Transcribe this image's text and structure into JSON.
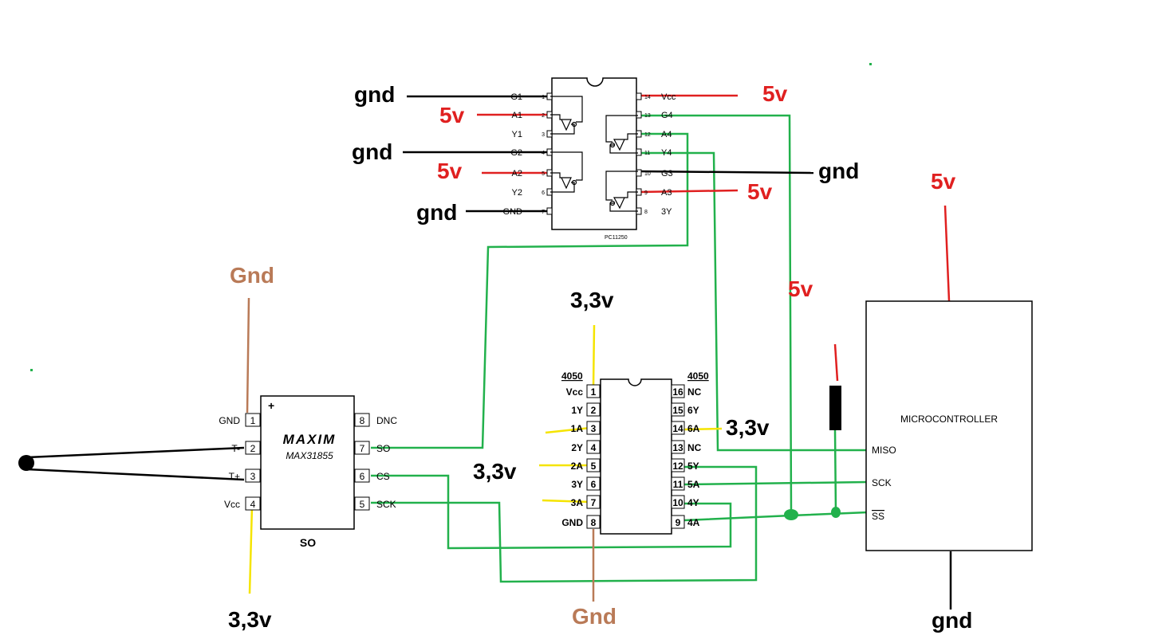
{
  "colors": {
    "black": "#000000",
    "red": "#e02020",
    "green": "#22b14c",
    "yellow": "#f5e400",
    "brown": "#b97a57"
  },
  "buffer_125": {
    "part": "PC11250",
    "left_pins": [
      {
        "num": "1",
        "name": "G1"
      },
      {
        "num": "2",
        "name": "A1"
      },
      {
        "num": "3",
        "name": "Y1"
      },
      {
        "num": "4",
        "name": "G2"
      },
      {
        "num": "5",
        "name": "A2"
      },
      {
        "num": "6",
        "name": "Y2"
      },
      {
        "num": "7",
        "name": "GND"
      }
    ],
    "right_pins": [
      {
        "num": "14",
        "name": "Vcc"
      },
      {
        "num": "13",
        "name": "G4"
      },
      {
        "num": "12",
        "name": "A4"
      },
      {
        "num": "11",
        "name": "Y4"
      },
      {
        "num": "10",
        "name": "G3"
      },
      {
        "num": "9",
        "name": "A3"
      },
      {
        "num": "8",
        "name": "3Y"
      }
    ]
  },
  "max31855": {
    "brand": "MAXIM",
    "part": "MAX31855",
    "package": "SO",
    "plus": "+",
    "left_pins": [
      {
        "num": "1",
        "name": "GND"
      },
      {
        "num": "2",
        "name": "T-"
      },
      {
        "num": "3",
        "name": "T+"
      },
      {
        "num": "4",
        "name": "Vcc"
      }
    ],
    "right_pins": [
      {
        "num": "8",
        "name": "DNC"
      },
      {
        "num": "7",
        "name": "SO"
      },
      {
        "num": "6",
        "name": "CS"
      },
      {
        "num": "5",
        "name": "SCK"
      }
    ]
  },
  "ic_4050": {
    "title_left": "4050",
    "title_right": "4050",
    "left_pins": [
      {
        "num": "1",
        "name": "Vcc"
      },
      {
        "num": "2",
        "name": "1Y"
      },
      {
        "num": "3",
        "name": "1A"
      },
      {
        "num": "4",
        "name": "2Y"
      },
      {
        "num": "5",
        "name": "2A"
      },
      {
        "num": "6",
        "name": "3Y"
      },
      {
        "num": "7",
        "name": "3A"
      },
      {
        "num": "8",
        "name": "GND"
      }
    ],
    "right_pins": [
      {
        "num": "16",
        "name": "NC"
      },
      {
        "num": "15",
        "name": "6Y"
      },
      {
        "num": "14",
        "name": "6A"
      },
      {
        "num": "13",
        "name": "NC"
      },
      {
        "num": "12",
        "name": "5Y"
      },
      {
        "num": "11",
        "name": "5A"
      },
      {
        "num": "10",
        "name": "4Y"
      },
      {
        "num": "9",
        "name": "4A"
      }
    ]
  },
  "mcu": {
    "title": "MICROCONTROLLER",
    "pins": [
      "MISO",
      "SCK",
      "SS"
    ]
  },
  "labels": {
    "buf_g1_gnd": "gnd",
    "buf_a1_5v": "5v",
    "buf_g2_gnd": "gnd",
    "buf_a2_5v": "5v",
    "buf_gnd": "gnd",
    "buf_vcc_5v": "5v",
    "buf_g3_gnd": "gnd",
    "buf_a3_5v": "5v",
    "mcu_vcc_5v": "5v",
    "pullup_5v": "5v",
    "mcu_gnd": "gnd",
    "max_gnd": "Gnd",
    "max_vcc": "3,3v",
    "ic4050_vcc": "3,3v",
    "ic4050_inputs_left": "3,3v",
    "ic4050_inputs_right": "3,3v",
    "ic4050_gnd": "Gnd"
  }
}
